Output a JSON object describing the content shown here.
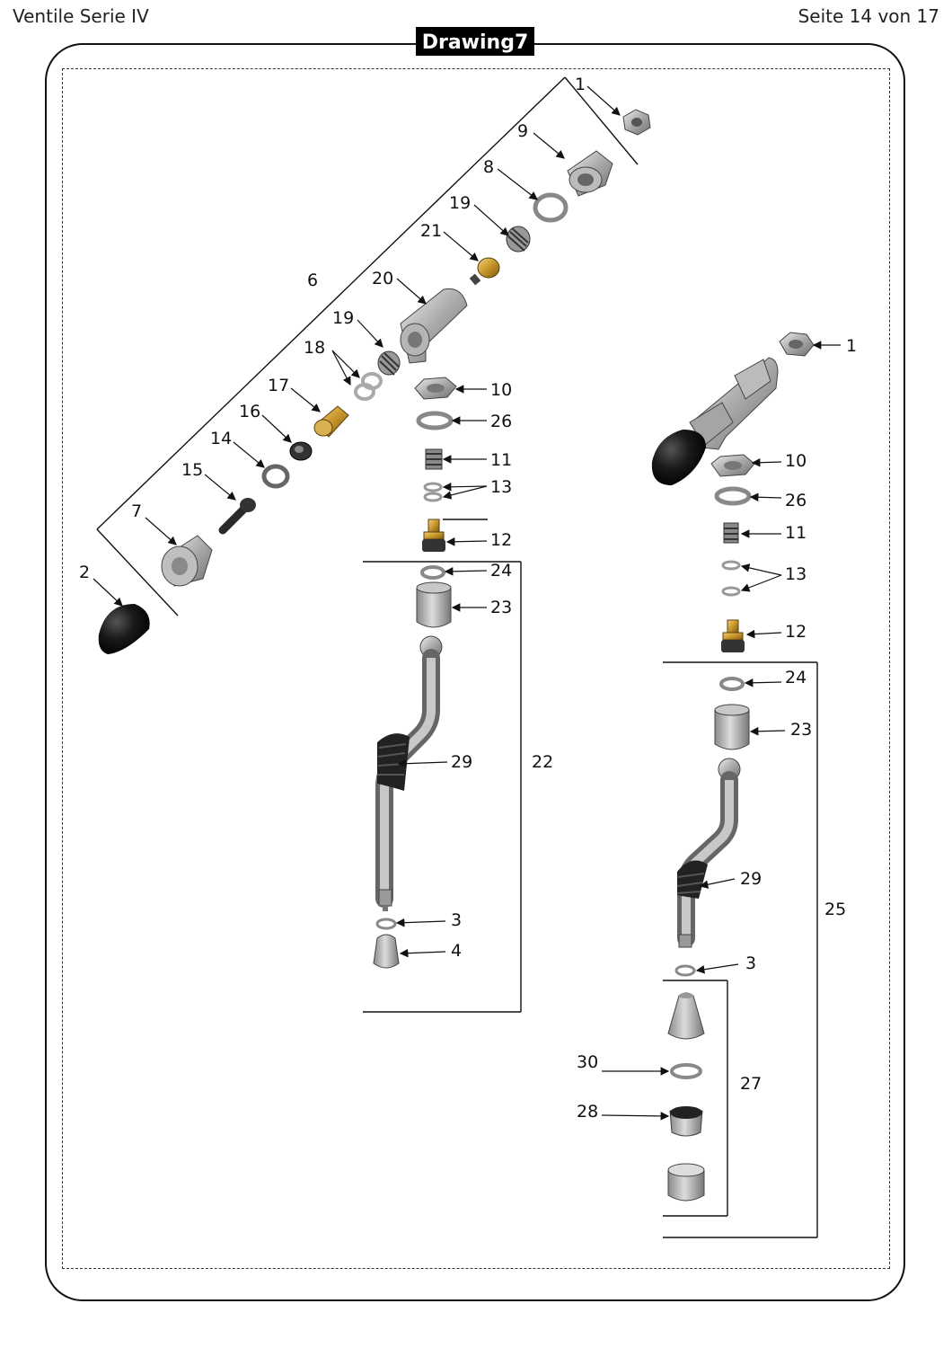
{
  "header": {
    "left": "Ventile Serie IV",
    "right": "Seite 14 von 17"
  },
  "title": "Drawing7",
  "labels": {
    "l1a": "1",
    "l9": "9",
    "l8": "8",
    "l19a": "19",
    "l21": "21",
    "l6": "6",
    "l20": "20",
    "l19b": "19",
    "l18": "18",
    "l17": "17",
    "l16": "16",
    "l14": "14",
    "l15": "15",
    "l7": "7",
    "l2": "2",
    "l10a": "10",
    "l26a": "26",
    "l11a": "11",
    "l13a": "13",
    "l12a": "12",
    "l24a": "24",
    "l23a": "23",
    "l29a": "29",
    "l22": "22",
    "l3a": "3",
    "l4": "4",
    "l1b": "1",
    "l10b": "10",
    "l26b": "26",
    "l11b": "11",
    "l13b": "13",
    "l12b": "12",
    "l24b": "24",
    "l23b": "23",
    "l29b": "29",
    "l25": "25",
    "l3b": "3",
    "l30": "30",
    "l27": "27",
    "l28": "28"
  }
}
